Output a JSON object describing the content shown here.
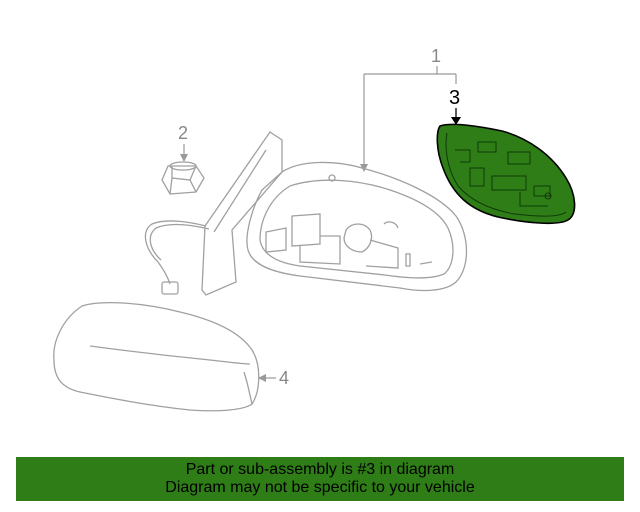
{
  "callouts": {
    "c1": "1",
    "c2": "2",
    "c3": "3",
    "c4": "4"
  },
  "highlight_color": "#2e7d17",
  "line_color": "#a0a0a0",
  "banner": {
    "line1": "Part or sub-assembly is #3 in diagram",
    "line2": "Diagram may not be specific to your vehicle"
  }
}
